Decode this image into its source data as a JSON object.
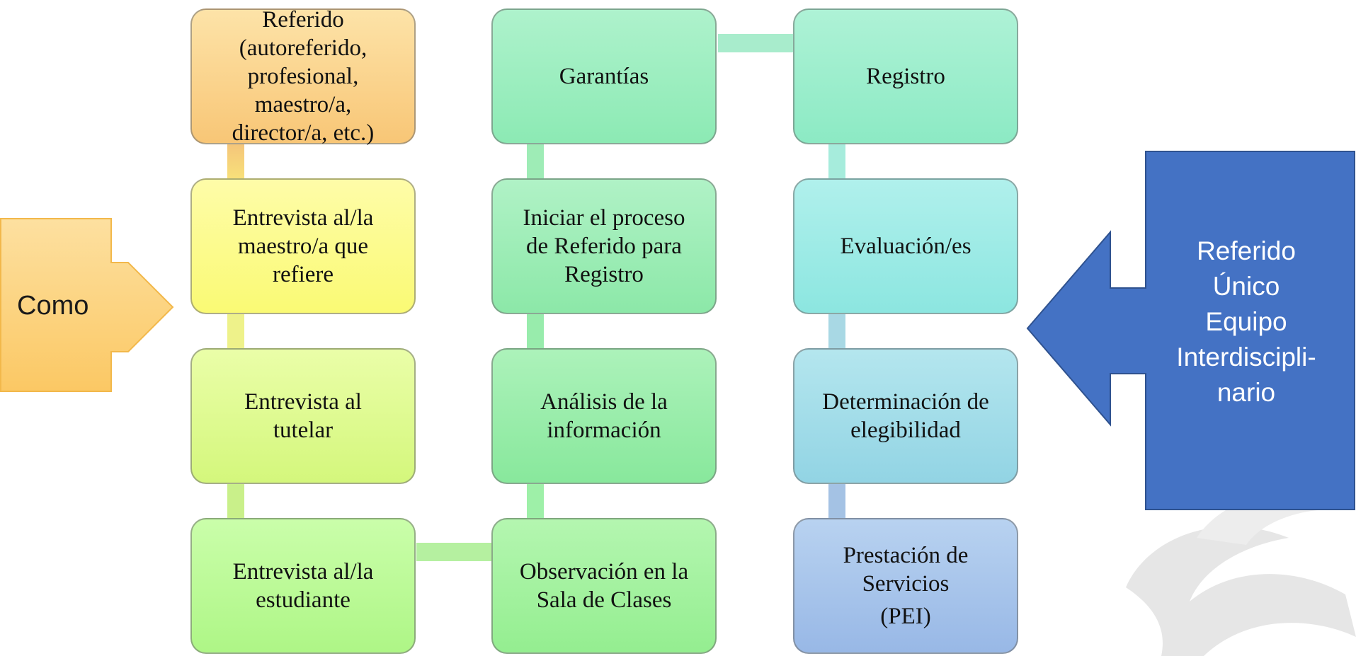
{
  "left_arrow": {
    "label": "Como"
  },
  "right_arrow": {
    "lines": [
      "Referido",
      "Único",
      "Equipo",
      "Interdiscipli-",
      "nario"
    ]
  },
  "columns": [
    {
      "boxes": [
        {
          "lines": [
            "Referido",
            "(autoreferido,",
            "profesional,",
            "maestro/a,",
            "director/a, etc.)"
          ]
        },
        {
          "lines": [
            "Entrevista al/la",
            "maestro/a que",
            "refiere"
          ]
        },
        {
          "lines": [
            "Entrevista al",
            "tutelar"
          ]
        },
        {
          "lines": [
            "Entrevista al/la",
            "estudiante"
          ]
        }
      ]
    },
    {
      "boxes": [
        {
          "lines": [
            "Garantías"
          ]
        },
        {
          "lines": [
            "Iniciar el proceso",
            "de Referido para",
            "Registro"
          ]
        },
        {
          "lines": [
            "Análisis de la",
            "información"
          ]
        },
        {
          "lines": [
            "Observación en la",
            "Sala de Clases"
          ]
        }
      ]
    },
    {
      "boxes": [
        {
          "lines": [
            "Registro"
          ]
        },
        {
          "lines": [
            "Evaluación/es"
          ]
        },
        {
          "lines": [
            "Determinación de",
            "elegibilidad"
          ]
        },
        {
          "lines": [
            "Prestación de",
            "Servicios",
            "(PEI)"
          ]
        }
      ]
    }
  ],
  "colors": {
    "left_arrow_fill": "#fcd27a",
    "left_arrow_stroke": "#f2b84b",
    "right_arrow_fill": "#4472c4",
    "right_arrow_stroke": "#2f528f"
  }
}
